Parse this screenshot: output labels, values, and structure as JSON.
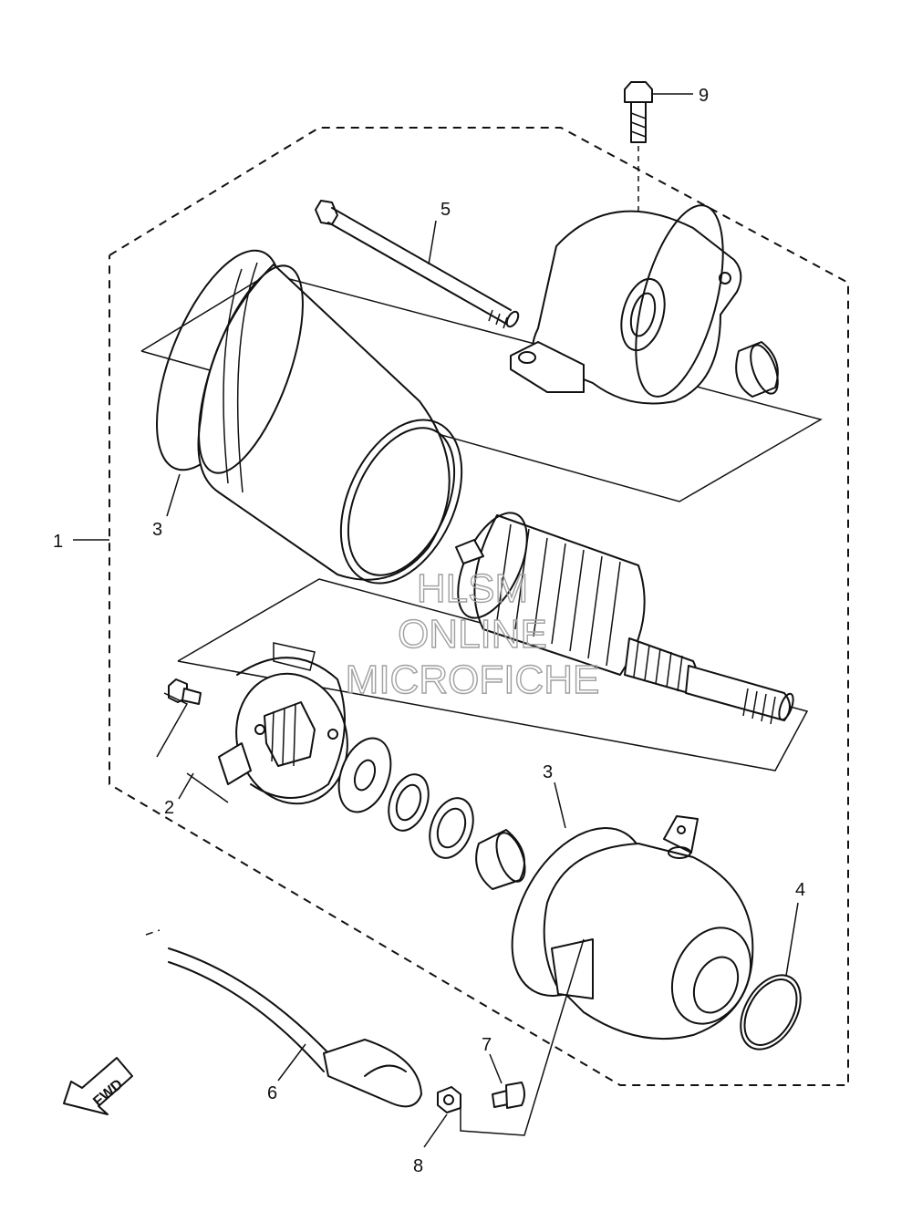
{
  "callouts": {
    "c1": "1",
    "c2": "2",
    "c3a": "3",
    "c3b": "3",
    "c4": "4",
    "c5": "5",
    "c6": "6",
    "c7": "7",
    "c8": "8",
    "c9": "9"
  },
  "watermark": {
    "line1": "HLSM",
    "line2": "ONLINE",
    "line3": "MICROFICHE"
  },
  "direction_arrow": {
    "label": "FWD"
  }
}
